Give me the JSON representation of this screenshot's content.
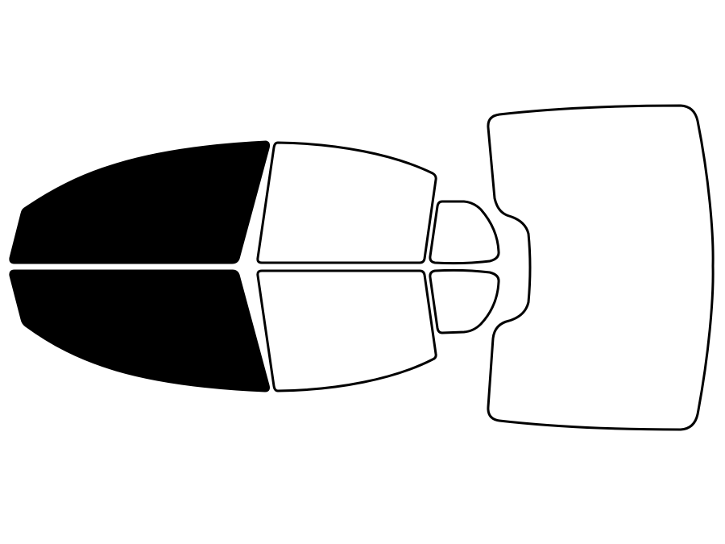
{
  "diagram": {
    "type": "car-window-tint-layout",
    "colors": {
      "tinted": "#000000",
      "untinted": "#ffffff",
      "outline": "#000000",
      "background": "#ffffff"
    },
    "panes": [
      {
        "id": "front-left-window",
        "tinted": true
      },
      {
        "id": "front-right-window",
        "tinted": true
      },
      {
        "id": "rear-left-window",
        "tinted": false
      },
      {
        "id": "rear-right-window",
        "tinted": false
      },
      {
        "id": "rear-left-quarter-window",
        "tinted": false
      },
      {
        "id": "rear-right-quarter-window",
        "tinted": false
      },
      {
        "id": "rear-windshield",
        "tinted": false
      }
    ]
  }
}
